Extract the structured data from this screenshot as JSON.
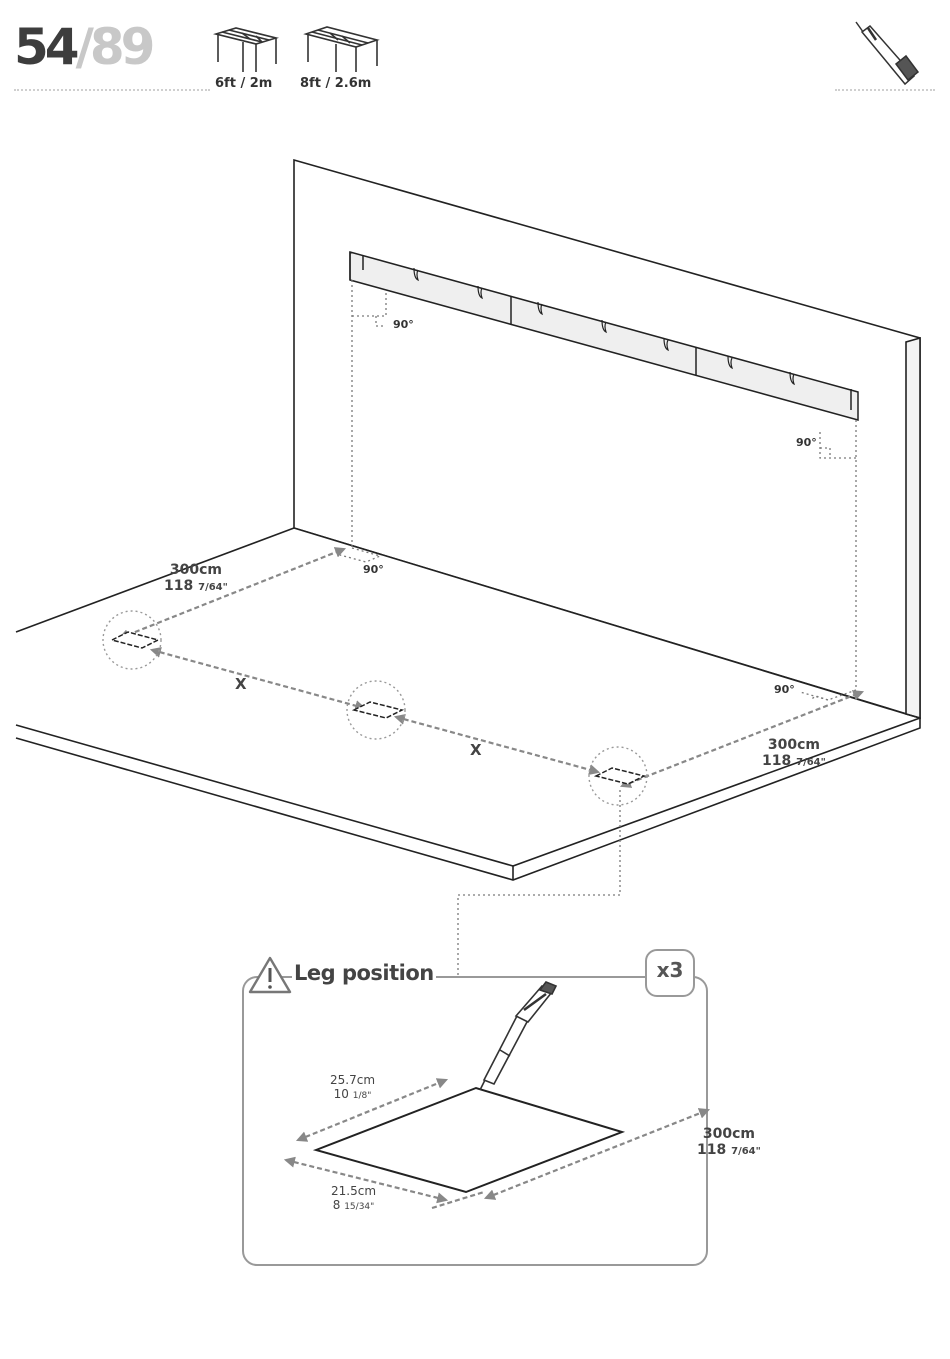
{
  "header": {
    "page_current": "54",
    "page_separator": "/",
    "page_total": "89",
    "models": [
      {
        "label": "6ft / 2m",
        "icon": "pergola-6ft-icon"
      },
      {
        "label": "8ft / 2.6m",
        "icon": "pergola-8ft-icon"
      }
    ],
    "tool_icon": "marker-pen-icon"
  },
  "main_diagram": {
    "angle_label": "90°",
    "dim_left": {
      "metric": "300cm",
      "imperial_whole": "118",
      "imperial_frac": "7/64\""
    },
    "dim_right": {
      "metric": "300cm",
      "imperial_whole": "118",
      "imperial_frac": "7/64\""
    },
    "spacing_label": "X"
  },
  "detail": {
    "title": "Leg position",
    "warning_icon": "warning-triangle-icon",
    "quantity": "x3",
    "width": {
      "metric": "25.7cm",
      "imperial_whole": "10",
      "imperial_frac": "1/8\""
    },
    "depth": {
      "metric": "21.5cm",
      "imperial_whole": "8",
      "imperial_frac": "15/34\""
    },
    "distance": {
      "metric": "300cm",
      "imperial_whole": "118",
      "imperial_frac": "7/64\""
    }
  },
  "colors": {
    "line": "#222222",
    "dim_arrow": "#888888",
    "guide": "#7a7a7a",
    "bracket_fill": "#efefef",
    "circle": "#999999"
  }
}
